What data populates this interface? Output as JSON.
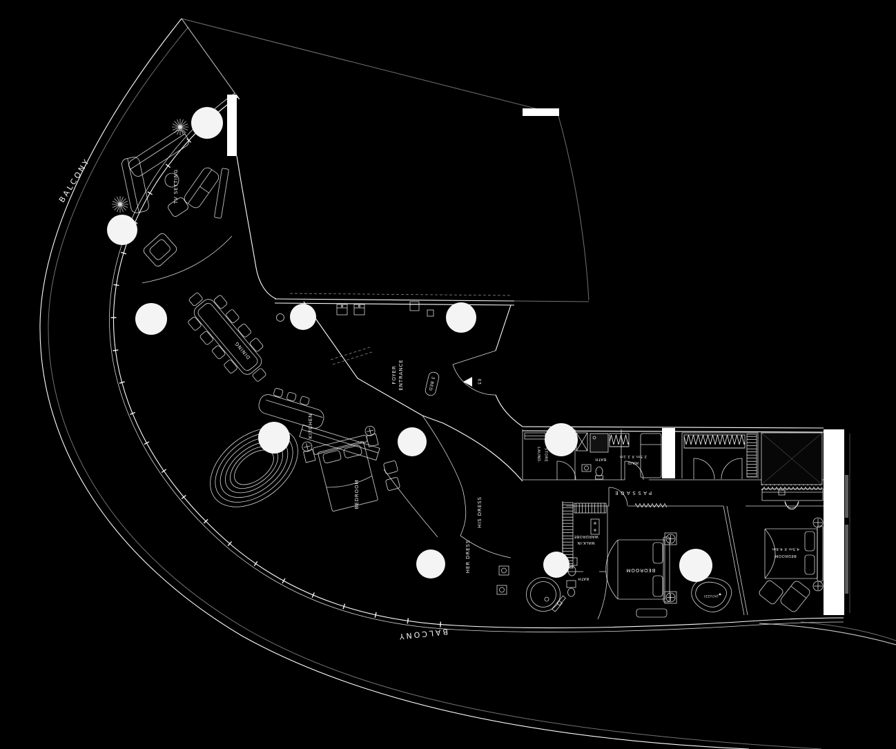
{
  "colors": {
    "background": "#000000",
    "line": "#ffffff",
    "column_fill": "#f4f4f4",
    "dark_room_fill": "#070707",
    "shower_fill": "#111111"
  },
  "icons": {
    "plant": "snowflake-asterisk",
    "column": "filled-white-circle",
    "unit_direction_marker": "left-pointing-triangle"
  },
  "plan": {
    "balcony_top": "BALCONY",
    "balcony_bottom": "BALCONY",
    "living": {
      "tv_setting": "TV SETTING"
    },
    "dining_label": "DINING",
    "kitchen_label": "KITCHEN",
    "foyer": {
      "line1": "FOYER",
      "line2": "ENTRANCE",
      "plaque": "3 BED",
      "unit_number": "03"
    },
    "master": {
      "bedroom": "BEDROOM",
      "his_dress": "HIS DRESS",
      "her_dress": "HER DRESS",
      "bath": "BATH"
    },
    "service": {
      "laundry1": "LAUND.",
      "laundry2": "STORE",
      "bath": "BATH",
      "maid": "MAID",
      "maid_dims": "2.5m X 2.1m",
      "passage": "PASSAGE"
    },
    "bedroom2": {
      "label": "BEDROOM",
      "wardrobe1": "WALK-IN",
      "wardrobe2": "WARDROBE",
      "jacuzzi": "JACUZZI"
    },
    "bedroom3": {
      "label": "BEDROOM",
      "dims": "4.5m X 4.6m"
    }
  }
}
